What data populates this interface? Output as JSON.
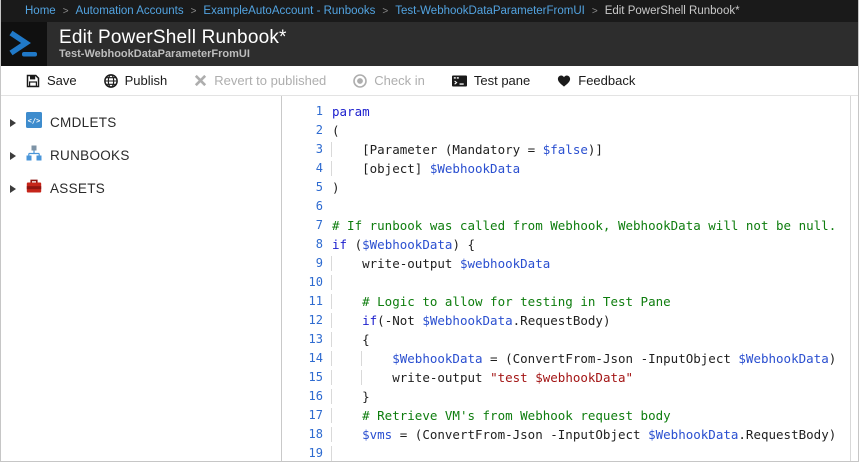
{
  "breadcrumb": {
    "separator": ">",
    "items": [
      {
        "label": "Home",
        "link": true
      },
      {
        "label": "Automation Accounts",
        "link": true
      },
      {
        "label": "ExampleAutoAccount - Runbooks",
        "link": true
      },
      {
        "label": "Test-WebhookDataParameterFromUI",
        "link": true
      },
      {
        "label": "Edit PowerShell Runbook*",
        "link": false
      }
    ]
  },
  "header": {
    "title": "Edit PowerShell Runbook*",
    "subtitle": "Test-WebhookDataParameterFromUI",
    "icon": "powershell-icon"
  },
  "toolbar": {
    "items": [
      {
        "label": "Save",
        "icon": "save-icon",
        "enabled": true
      },
      {
        "label": "Publish",
        "icon": "publish-globe-icon",
        "enabled": true
      },
      {
        "label": "Revert to published",
        "icon": "revert-x-icon",
        "enabled": false
      },
      {
        "label": "Check in",
        "icon": "check-in-icon",
        "enabled": false
      },
      {
        "label": "Test pane",
        "icon": "test-pane-icon",
        "enabled": true
      },
      {
        "label": "Feedback",
        "icon": "feedback-heart-icon",
        "enabled": true
      }
    ]
  },
  "sidebar": {
    "items": [
      {
        "label": "CMDLETS",
        "icon": "cmdlets-code-icon",
        "icon_glyph": "</>"
      },
      {
        "label": "RUNBOOKS",
        "icon": "runbooks-hierarchy-icon"
      },
      {
        "label": "ASSETS",
        "icon": "assets-toolbox-icon"
      }
    ]
  },
  "editor": {
    "lines": [
      {
        "n": 1,
        "indent": 0,
        "tokens": [
          [
            "k",
            "param"
          ]
        ]
      },
      {
        "n": 2,
        "indent": 0,
        "tokens": [
          [
            "p",
            "("
          ]
        ]
      },
      {
        "n": 3,
        "indent": 1,
        "tokens": [
          [
            "p",
            "[Parameter (Mandatory = "
          ],
          [
            "v",
            "$false"
          ],
          [
            "p",
            ")]"
          ]
        ]
      },
      {
        "n": 4,
        "indent": 1,
        "tokens": [
          [
            "p",
            "[object] "
          ],
          [
            "v",
            "$WebhookData"
          ]
        ]
      },
      {
        "n": 5,
        "indent": 0,
        "tokens": [
          [
            "p",
            ")"
          ]
        ]
      },
      {
        "n": 6,
        "indent": 0,
        "tokens": []
      },
      {
        "n": 7,
        "indent": 0,
        "tokens": [
          [
            "c",
            "# If runbook was called from Webhook, WebhookData will not be null."
          ]
        ]
      },
      {
        "n": 8,
        "indent": 0,
        "tokens": [
          [
            "k",
            "if"
          ],
          [
            "p",
            " ("
          ],
          [
            "v",
            "$WebhookData"
          ],
          [
            "p",
            ") {"
          ]
        ]
      },
      {
        "n": 9,
        "indent": 1,
        "tokens": [
          [
            "p",
            "write-output "
          ],
          [
            "v",
            "$webhookData"
          ]
        ]
      },
      {
        "n": 10,
        "indent": 1,
        "tokens": []
      },
      {
        "n": 11,
        "indent": 1,
        "tokens": [
          [
            "c",
            "# Logic to allow for testing in Test Pane"
          ]
        ]
      },
      {
        "n": 12,
        "indent": 1,
        "tokens": [
          [
            "k",
            "if"
          ],
          [
            "p",
            "(-Not "
          ],
          [
            "v",
            "$WebhookData"
          ],
          [
            "p",
            ".RequestBody)"
          ]
        ]
      },
      {
        "n": 13,
        "indent": 1,
        "tokens": [
          [
            "p",
            "{"
          ]
        ]
      },
      {
        "n": 14,
        "indent": 2,
        "tokens": [
          [
            "v",
            "$WebhookData"
          ],
          [
            "p",
            " = (ConvertFrom-Json -InputObject "
          ],
          [
            "v",
            "$WebhookData"
          ],
          [
            "p",
            ")"
          ]
        ]
      },
      {
        "n": 15,
        "indent": 2,
        "tokens": [
          [
            "p",
            "write-output "
          ],
          [
            "s",
            "\"test $webhookData\""
          ]
        ]
      },
      {
        "n": 16,
        "indent": 1,
        "tokens": [
          [
            "p",
            "}"
          ]
        ]
      },
      {
        "n": 17,
        "indent": 1,
        "tokens": [
          [
            "c",
            "# Retrieve VM's from Webhook request body"
          ]
        ]
      },
      {
        "n": 18,
        "indent": 1,
        "tokens": [
          [
            "v",
            "$vms"
          ],
          [
            "p",
            " = (ConvertFrom-Json -InputObject "
          ],
          [
            "v",
            "$WebhookData"
          ],
          [
            "p",
            ".RequestBody)"
          ]
        ]
      },
      {
        "n": 19,
        "indent": 1,
        "tokens": []
      }
    ]
  },
  "colors": {
    "accent": "#2079c8",
    "breadcrumb_link": "#52a3e0",
    "keyword": "#1e21ce",
    "variable": "#2a4fd0",
    "comment": "#0e7d0e",
    "string": "#a31515",
    "plain": "#1f1f1f",
    "line_number": "#2e6bd0"
  }
}
